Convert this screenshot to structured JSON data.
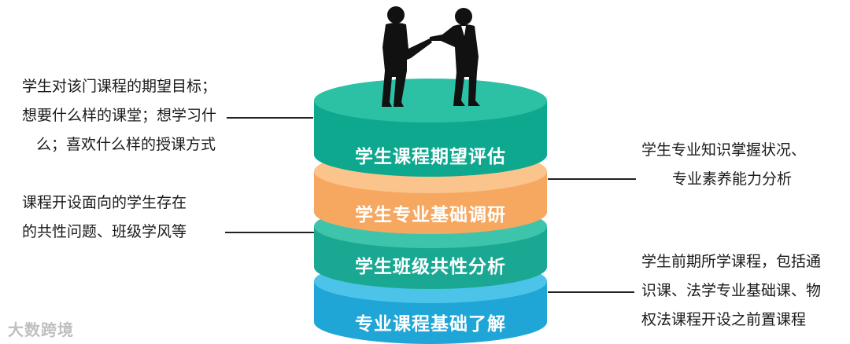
{
  "layers": [
    {
      "label": "学生课程期望评估",
      "color": "#12b39b"
    },
    {
      "label": "学生专业基础调研",
      "color": "#f9b574"
    },
    {
      "label": "学生班级共性分析",
      "color": "#23b3a0"
    },
    {
      "label": "专业课程基础了解",
      "color": "#26aee0"
    }
  ],
  "notes": {
    "top_left": [
      "学生对该门课程的期望目标；",
      "想要什么样的课堂；想学习什",
      "么；喜欢什么样的授课方式"
    ],
    "mid_left": [
      "课程开设面向的学生存在",
      "的共性问题、班级学风等"
    ],
    "top_right": [
      "学生专业知识掌握状况、",
      "专业素养能力分析"
    ],
    "bottom_right": [
      "学生前期所学课程，包括通",
      "识课、法学专业基础课、物",
      "权法课程开设之前置课程"
    ]
  },
  "watermark": "大数跨境"
}
